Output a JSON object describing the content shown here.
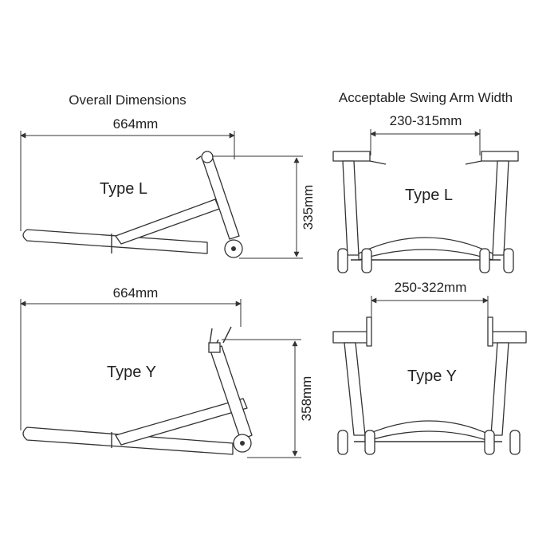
{
  "headings": {
    "overall": "Overall Dimensions",
    "swing_arm": "Acceptable Swing Arm Width"
  },
  "type_l": {
    "name": "Type L",
    "length": "664mm",
    "height": "335mm",
    "width_range": "230-315mm"
  },
  "type_y": {
    "name": "Type Y",
    "length": "664mm",
    "height": "358mm",
    "width_range": "250-322mm"
  }
}
